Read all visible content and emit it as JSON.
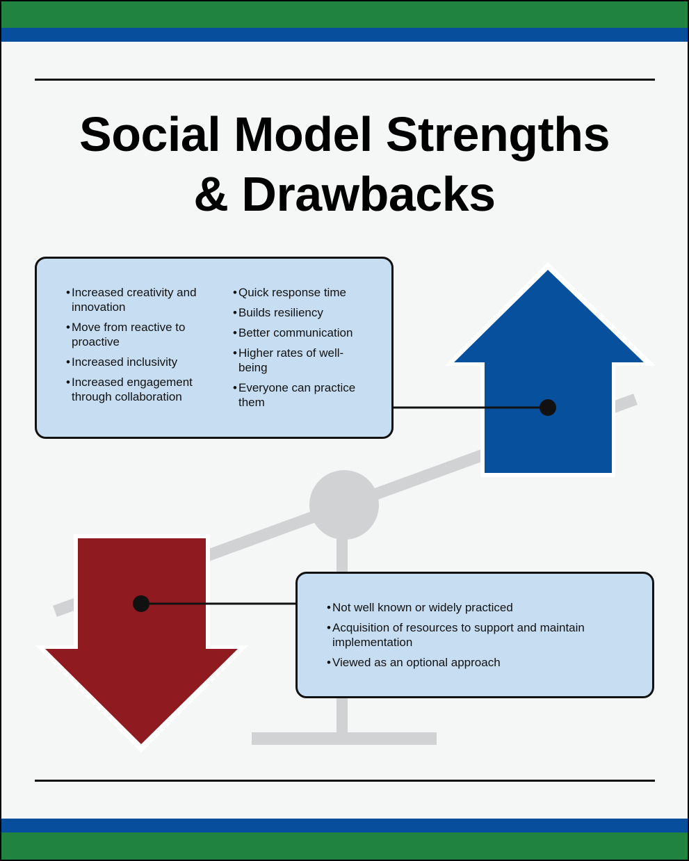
{
  "title": {
    "line1": "Social Model Strengths",
    "line2": "& Drawbacks"
  },
  "strengths": {
    "left": [
      "Increased creativity and innovation",
      "Move from reactive to proactive",
      "Increased inclusivity",
      "Increased engagement through collaboration"
    ],
    "right": [
      "Quick response time",
      "Builds resiliency",
      "Better communication",
      "Higher rates of well-being",
      "Everyone can practice them"
    ]
  },
  "drawbacks": [
    "Not well known or widely practiced",
    "Acquisition of resources to support and maintain implementation",
    "Viewed as an optional approach"
  ],
  "colors": {
    "green_band": "#218340",
    "blue_band": "#074f9d",
    "up_arrow": "#06509e",
    "down_arrow": "#8f1a20",
    "scale": "#d1d2d4",
    "box_fill": "#c7def2"
  }
}
